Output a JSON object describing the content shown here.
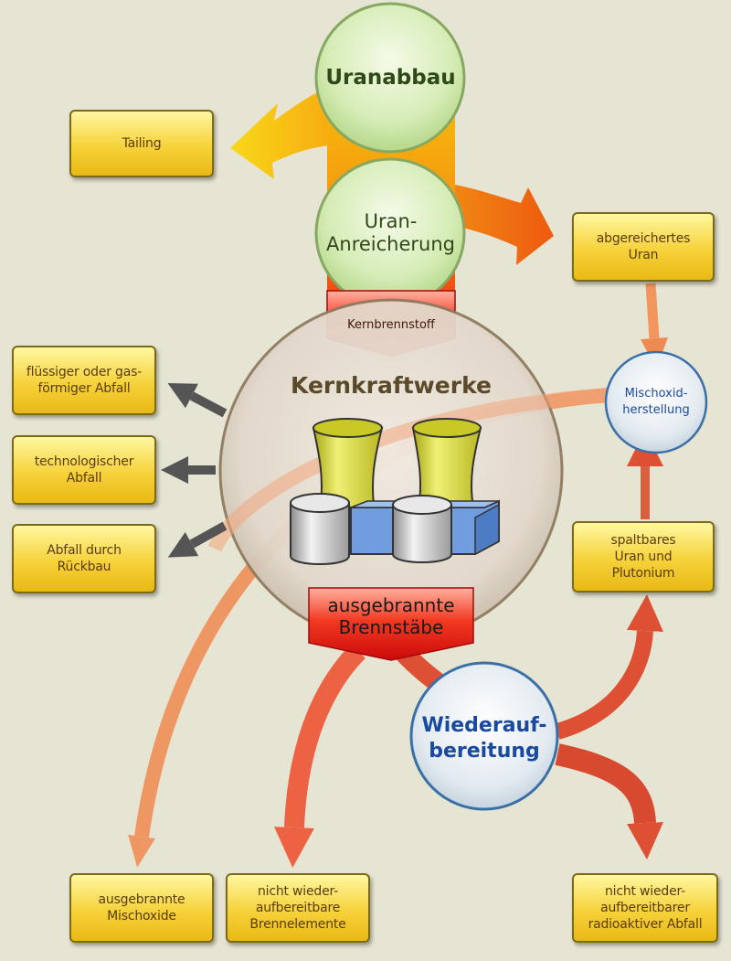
{
  "nodes": {
    "uranabbau": "Uranabbau",
    "urananreicherung": "Uran-\nAnreicherung",
    "kernbrennstoff": "Kernbrennstoff",
    "kernkraftwerke": "Kernkraftwerke",
    "ausgebrannte_brennstaebe": "ausgebrannte\nBrennstäbe",
    "wiederaufbereitung": "Wiederauf-\nbereitung",
    "mischoxidherstellung": "Mischoxid-\nherstellung"
  },
  "boxes": {
    "tailing": "Tailing",
    "abgereichertes_uran": "abgereichertes\nUran",
    "fluessiger_abfall": "flüssiger oder gas-\nförmiger Abfall",
    "technologischer_abfall": "technologischer\nAbfall",
    "abfall_rueckbau": "Abfall durch\nRückbau",
    "spaltbares_uran": "spaltbares\nUran und\nPlutonium",
    "ausgebrannte_mischoxide": "ausgebrannte\nMischoxide",
    "nicht_wiederaufbereitbare_brennelemente": "nicht wieder-\naufbereitbare\nBrennelemente",
    "nicht_wiederaufbereitbarer_abfall": "nicht wieder-\naufbereitbarer\nradioaktiver Abfall"
  },
  "colors": {
    "background": "#e6e4d2",
    "box_fill": "#f6d23a",
    "green_node": "#d8edb8",
    "red_tag": "#e01010",
    "orange_arrow": "#f08a3a",
    "red_arrow": "#dd5533",
    "blue_text": "#1a4aa0"
  }
}
